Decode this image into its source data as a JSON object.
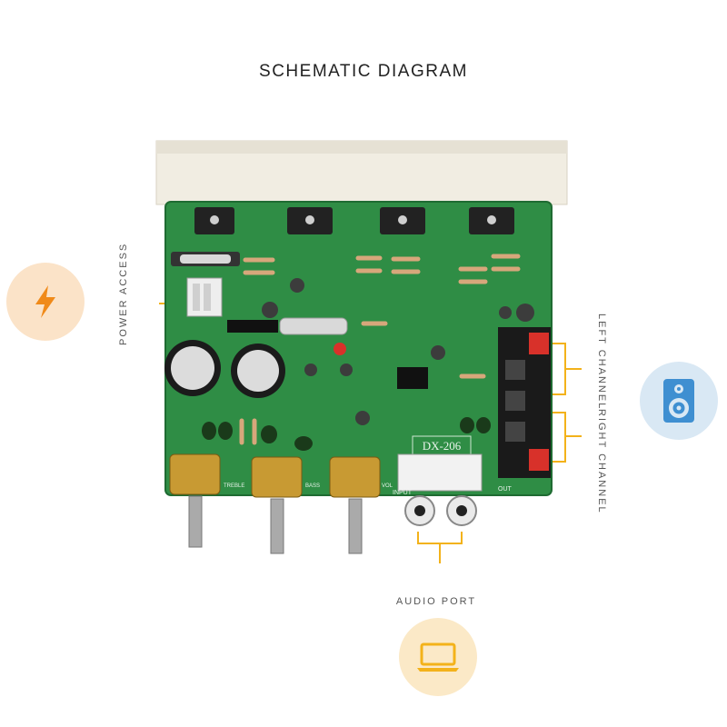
{
  "title": "SCHEMATIC DIAGRAM",
  "labels": {
    "power": "POWER ACCESS",
    "left_channel": "LEFT CHANNEL",
    "right_channel": "RIGHT CHANNEL",
    "audio_port": "AUDIO PORT"
  },
  "board": {
    "model": "DX-206",
    "input_label": "INPUT",
    "out_label": "OUT",
    "knob_labels": [
      "TREBLE",
      "BASS",
      "VOL"
    ]
  },
  "icons": {
    "power": "lightning-icon",
    "speaker": "speaker-icon",
    "laptop": "laptop-icon"
  },
  "colors": {
    "connector": "#f3b21a",
    "pcb": "#2f8d45",
    "heatsink": "#f1ede2",
    "power_circle": "#fbe3c8",
    "speaker_circle": "#d9e8f4",
    "laptop_circle": "#fbe9c7"
  }
}
